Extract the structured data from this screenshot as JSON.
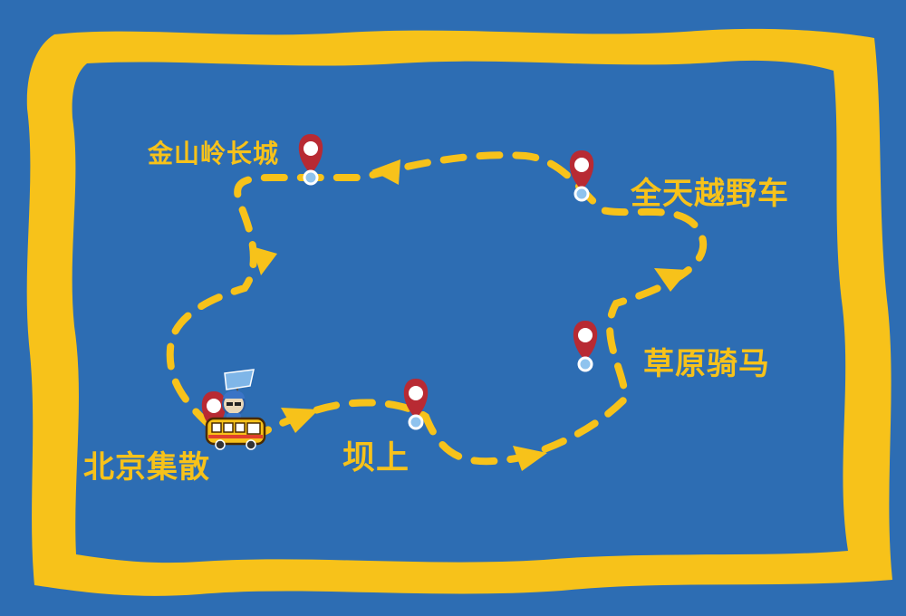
{
  "colors": {
    "background": "#2d6db3",
    "frame": "#f7c21a",
    "route": "#f7c21a",
    "pin": "#b82a33",
    "pin_dot": "#8fc3ee",
    "bus": "#f7c21a"
  },
  "stops": [
    {
      "id": "beijing",
      "label": "北京集散",
      "icon": "map-pin-icon"
    },
    {
      "id": "jinshanling",
      "label": "金山岭长城",
      "icon": "map-pin-icon"
    },
    {
      "id": "offroad",
      "label": "全天越野车",
      "icon": "map-pin-icon"
    },
    {
      "id": "horse",
      "label": "草原骑马",
      "icon": "map-pin-icon"
    },
    {
      "id": "bashang",
      "label": "坝上",
      "icon": "map-pin-icon"
    }
  ],
  "route": {
    "style": "dashed",
    "direction_markers": "triangle-arrow-icon"
  },
  "vehicle": {
    "icon": "bus-icon",
    "mascot": "mascot-with-flag-icon"
  }
}
